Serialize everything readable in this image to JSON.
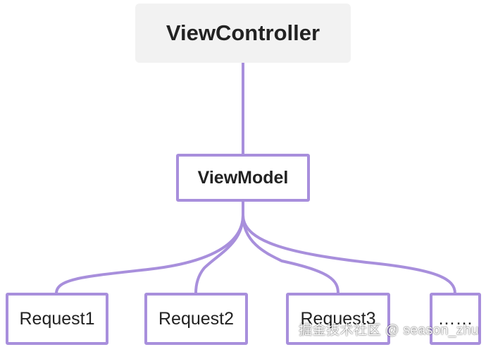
{
  "diagram": {
    "root": {
      "label": "ViewController"
    },
    "middle": {
      "label": "ViewModel"
    },
    "leaves": [
      {
        "label": "Request1"
      },
      {
        "label": "Request2"
      },
      {
        "label": "Request3"
      },
      {
        "label": "……"
      }
    ]
  },
  "watermark": {
    "text": "掘金技术社区 @ season_zhu"
  },
  "colors": {
    "connector": "#a88fdc",
    "root_fill": "#f2f2f2",
    "text": "#222222"
  }
}
